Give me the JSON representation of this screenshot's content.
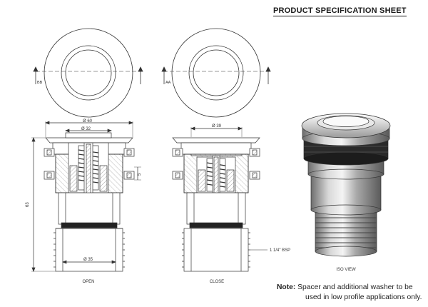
{
  "header": {
    "title": "PRODUCT SPECIFICATION SHEET"
  },
  "top_views": {
    "left_section_label": "BB",
    "right_section_label": "AA"
  },
  "dimensions": {
    "outer_diameter": "Ø 60",
    "inner_diameter": "Ø 32",
    "outlet_diameter": "Ø 35",
    "close_diameter": "Ø 39",
    "height": "63",
    "travel": "5",
    "thread": "1 1/4\" BSP"
  },
  "views": {
    "open_label": "OPEN",
    "close_label": "CLOSE",
    "iso_label": "ISO VIEW"
  },
  "note": {
    "label": "Note:",
    "line1": " Spacer and additional washer to be",
    "line2": "used in low profile applications only."
  }
}
